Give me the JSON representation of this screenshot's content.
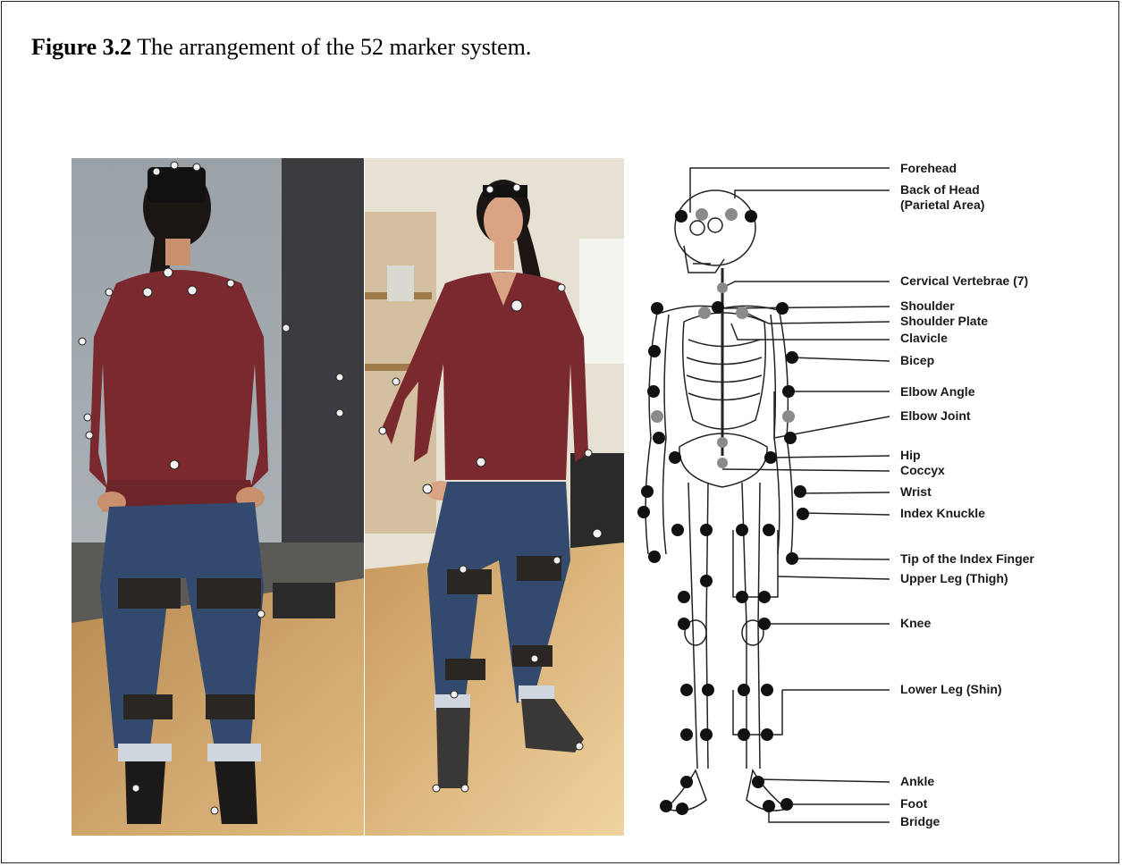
{
  "caption": {
    "figure_number": "Figure 3.2",
    "text": " The arrangement of the 52 marker system."
  },
  "marker_labels": [
    "Forehead",
    "Back of Head",
    "(Parietal Area)",
    "Cervical Vertebrae (7)",
    "Shoulder",
    "Shoulder Plate",
    "Clavicle",
    "Bicep",
    "Elbow Angle",
    "Elbow Joint",
    "Hip",
    "Coccyx",
    "Wrist",
    "Index Knuckle",
    "Tip of the Index Finger",
    "Upper Leg (Thigh)",
    "Knee",
    "Lower Leg (Shin)",
    "Ankle",
    "Foot",
    "Bridge"
  ],
  "colors": {
    "shirt": "#7a2a2e",
    "jeans": "#34496e",
    "marker": "#111111",
    "marker_alt": "#8a8a8a",
    "floor": "#c99a5a",
    "wall": "#a9b0b5"
  }
}
